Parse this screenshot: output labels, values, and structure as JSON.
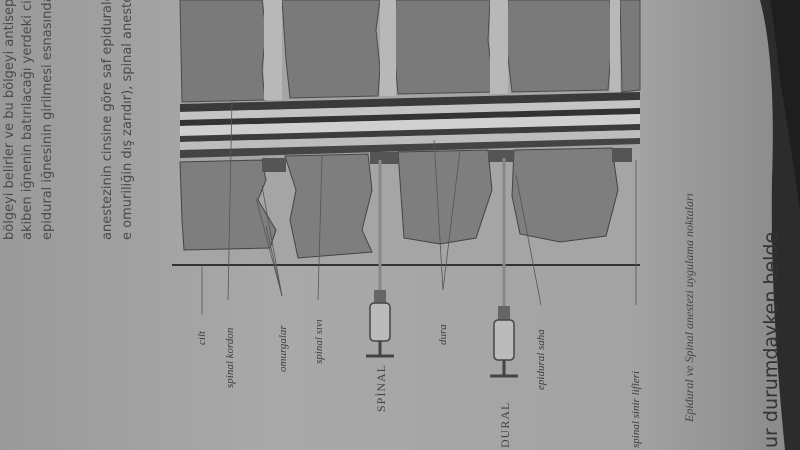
{
  "top_text": [
    "bölgeyi belirler ve bu bölgeyi antiseptik mad",
    "akiben iğnenin batırılacağı yerdeki cilde önce anestez",
    "epidural iğnesinin girilmesi esnasında oluşacak ağrı hi"
  ],
  "middle_text": [
    "anestezinin cinsine göre saf epiduralde yalnızca epidu",
    "e omuriliğin dış zarıdır), spinal anestezide bu kez iki a"
  ],
  "labels": {
    "cilt": "cilt",
    "spinal_kordon": "spinal kordon",
    "omurgalar": "omurgalar",
    "spinal_svi": "spinal sıvı",
    "spinal": "SPİNAL",
    "dura": "dura",
    "epidural": "DURAL",
    "epidural_saha": "epidural saha",
    "spinal_sinir_lifleri": "spinal sinir lifleri"
  },
  "caption": "Epidural ve Spinal anestezi uygulama noktaları",
  "bottom_text": "ur durumdayken belde"
}
